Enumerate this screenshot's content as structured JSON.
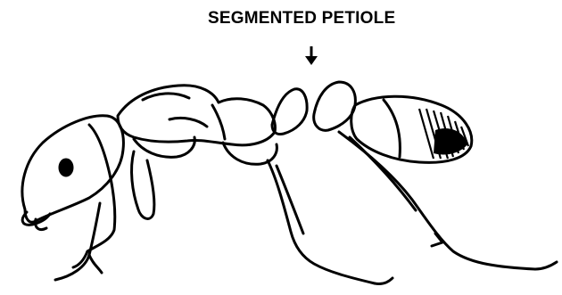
{
  "diagram": {
    "caption": "SEGMENTED PETIOLE",
    "subject": "ant-side-view-illustration",
    "arrow_direction": "down",
    "ink_color": "#000000",
    "background_color": "#ffffff"
  }
}
